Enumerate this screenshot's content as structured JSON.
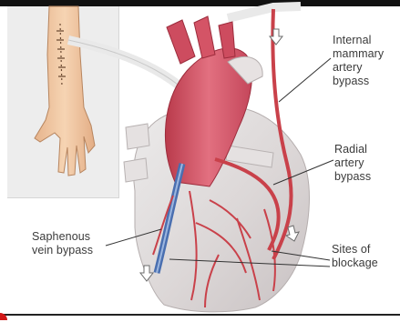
{
  "labels": {
    "internal_mammary": "Internal\nmammary\nartery\nbypass",
    "radial_artery": "Radial\nartery\nbypass",
    "saphenous_vein": "Saphenous\nvein bypass",
    "sites_of_blockage": "Sites of\nblockage"
  },
  "colors": {
    "artery_red": "#c9414a",
    "heart_tissue": "#ddd8d8",
    "aorta_pink": "#d8586a",
    "vein_blue": "#4a6fb0",
    "skin": "#f2c8a2",
    "leader_line": "#333333",
    "panel_gray": "#ededed",
    "frame": "#111111"
  },
  "icons": [
    "arrow-down-icon",
    "incision-mark-icon"
  ]
}
